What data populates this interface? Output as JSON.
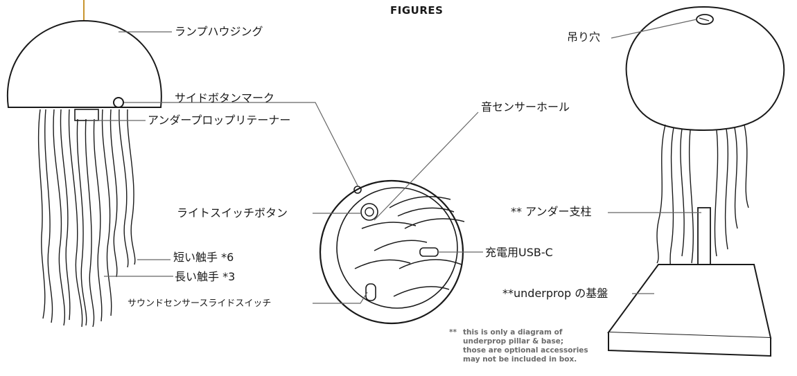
{
  "title": "FIGURES",
  "labels": {
    "lamp_housing": "ランプハウジング",
    "side_button_mark": "サイドボタンマーク",
    "under_prop_retainer": "アンダープロップリテーナー",
    "short_tentacles": "短い触手 *6",
    "long_tentacles": "長い触手 *3",
    "sound_sensor_switch": "サウンドセンサースライドスイッチ",
    "sound_sensor_hole": "音センサーホール",
    "light_switch_button": "ライトスイッチボタン",
    "usb_c": "充電用USB-C",
    "hanging_hole": "吊り穴",
    "under_pillar": "** アンダー支柱",
    "under_base": "**underprop の基盤"
  },
  "note": {
    "prefix": "**",
    "lines": [
      "this is only a diagram of",
      "underprop pillar & base;",
      "those are optional accessories",
      "may not be included in box."
    ]
  }
}
